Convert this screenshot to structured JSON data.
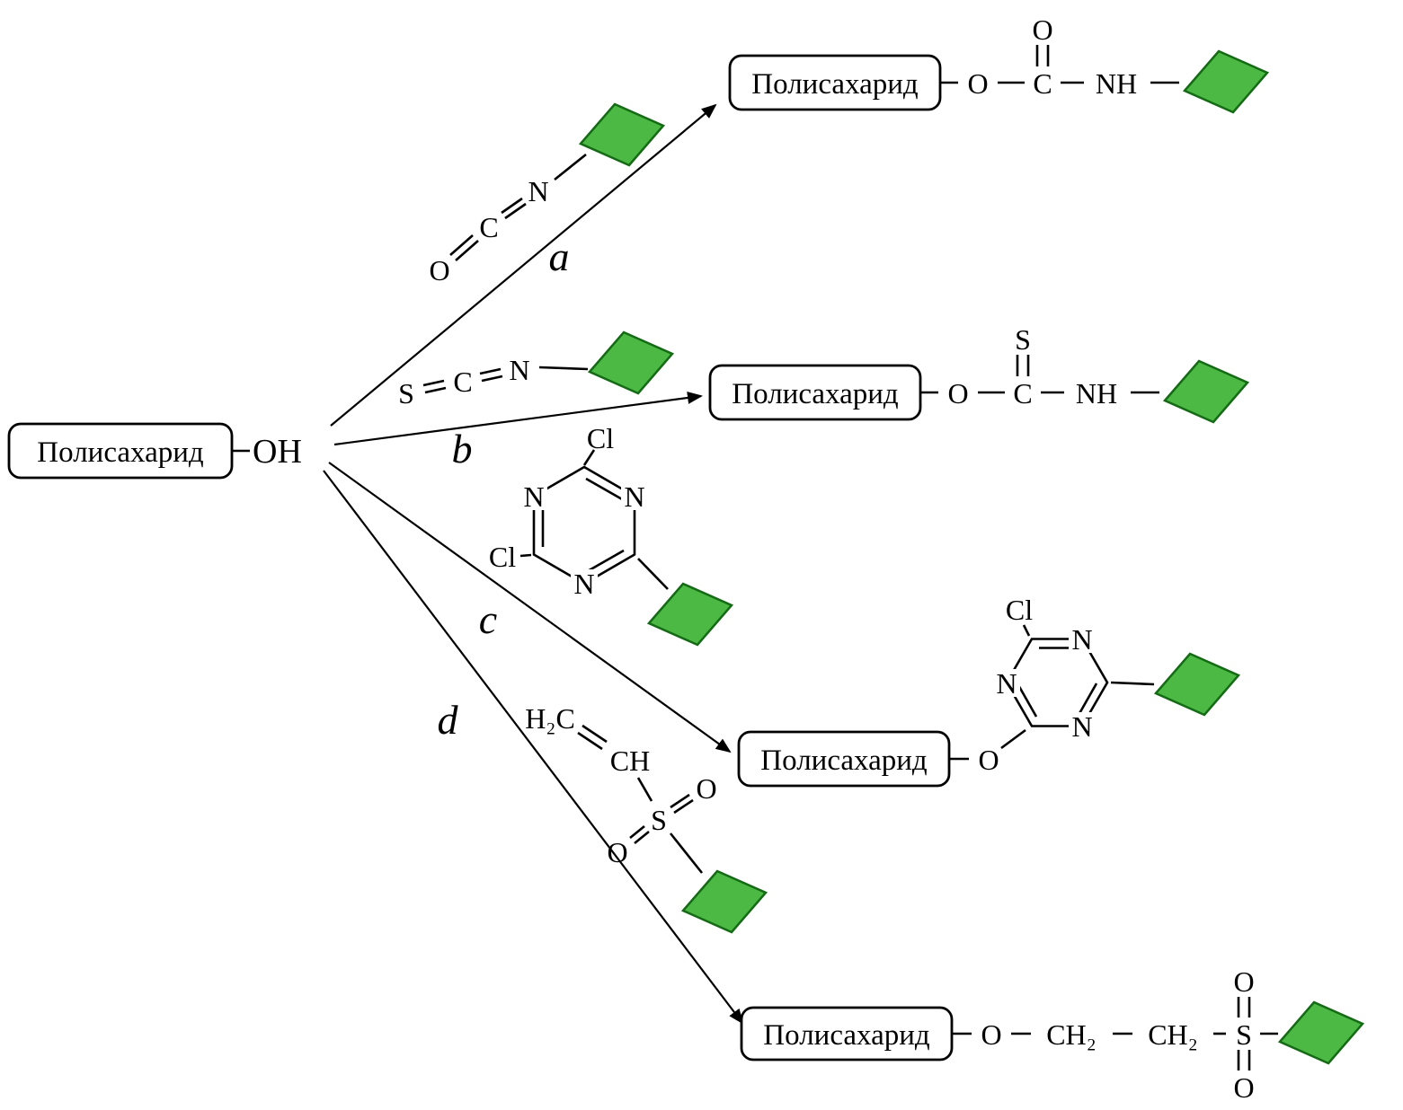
{
  "colors": {
    "diamond_fill": "#4CB944",
    "diamond_stroke": "#156b15",
    "line": "#000000",
    "background": "#ffffff"
  },
  "source": {
    "box_label": "Полисахарид",
    "hydroxyl_label": "OH"
  },
  "arrows": {
    "a_label": "a",
    "b_label": "b",
    "c_label": "c",
    "d_label": "d"
  },
  "reagent_a": {
    "o": "O",
    "c": "C",
    "n": "N"
  },
  "reagent_b": {
    "s": "S",
    "c": "C",
    "n": "N"
  },
  "reagent_c": {
    "cl_top": "Cl",
    "cl_left": "Cl",
    "n_upper_left": "N",
    "n_upper_right": "N",
    "n_bottom": "N"
  },
  "reagent_d": {
    "h2c": "H₂C",
    "ch": "CH",
    "s": "S",
    "o_upper": "O",
    "o_lower": "O"
  },
  "product_a": {
    "box_label": "Полисахарид",
    "o_link": "O",
    "c": "C",
    "o_carbonyl": "O",
    "nh": "NH"
  },
  "product_b": {
    "box_label": "Полисахарид",
    "o_link": "O",
    "c": "C",
    "s_thiocarbonyl": "S",
    "nh": "NH"
  },
  "product_c": {
    "box_label": "Полисахарид",
    "o_link": "O",
    "cl": "Cl",
    "n_left": "N",
    "n_upper_right": "N",
    "n_lower_right": "N"
  },
  "product_d": {
    "box_label": "Полисахарид",
    "o_link": "O",
    "ch2_first": "CH₂",
    "ch2_second": "CH₂",
    "s": "S",
    "o_upper": "O",
    "o_lower": "O"
  }
}
